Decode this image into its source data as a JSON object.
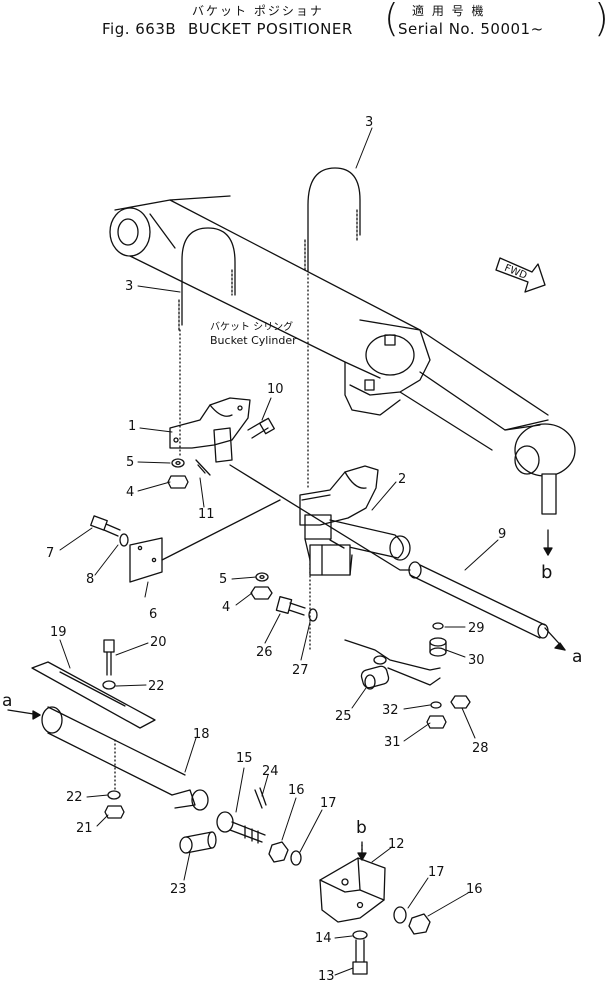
{
  "header": {
    "title_kana": "バケット ポジショナ",
    "applicable_kanji": "適 用 号 機",
    "fig_label": "Fig. 663B",
    "title": "BUCKET POSITIONER",
    "serial": "Serial No. 50001~"
  },
  "annotations": {
    "cylinder_kana": "バケット シリング",
    "cylinder_en": "Bucket Cylinder",
    "fwd": "FWD",
    "ref_a_left": "a",
    "ref_a_right": "a",
    "ref_b_mid": "b",
    "ref_b_low": "b"
  },
  "callouts": [
    {
      "id": "c1",
      "text": "1"
    },
    {
      "id": "c2",
      "text": "2"
    },
    {
      "id": "c3a",
      "text": "3"
    },
    {
      "id": "c3b",
      "text": "3"
    },
    {
      "id": "c4a",
      "text": "4"
    },
    {
      "id": "c4b",
      "text": "4"
    },
    {
      "id": "c5a",
      "text": "5"
    },
    {
      "id": "c5b",
      "text": "5"
    },
    {
      "id": "c6",
      "text": "6"
    },
    {
      "id": "c7",
      "text": "7"
    },
    {
      "id": "c8",
      "text": "8"
    },
    {
      "id": "c9",
      "text": "9"
    },
    {
      "id": "c10",
      "text": "10"
    },
    {
      "id": "c11",
      "text": "11"
    },
    {
      "id": "c12",
      "text": "12"
    },
    {
      "id": "c13",
      "text": "13"
    },
    {
      "id": "c14",
      "text": "14"
    },
    {
      "id": "c15",
      "text": "15"
    },
    {
      "id": "c16a",
      "text": "16"
    },
    {
      "id": "c16b",
      "text": "16"
    },
    {
      "id": "c17a",
      "text": "17"
    },
    {
      "id": "c17b",
      "text": "17"
    },
    {
      "id": "c18",
      "text": "18"
    },
    {
      "id": "c19",
      "text": "19"
    },
    {
      "id": "c20",
      "text": "20"
    },
    {
      "id": "c21",
      "text": "21"
    },
    {
      "id": "c22a",
      "text": "22"
    },
    {
      "id": "c22b",
      "text": "22"
    },
    {
      "id": "c23",
      "text": "23"
    },
    {
      "id": "c24",
      "text": "24"
    },
    {
      "id": "c25",
      "text": "25"
    },
    {
      "id": "c26",
      "text": "26"
    },
    {
      "id": "c27",
      "text": "27"
    },
    {
      "id": "c28",
      "text": "28"
    },
    {
      "id": "c29",
      "text": "29"
    },
    {
      "id": "c30",
      "text": "30"
    },
    {
      "id": "c31",
      "text": "31"
    },
    {
      "id": "c32",
      "text": "32"
    }
  ]
}
